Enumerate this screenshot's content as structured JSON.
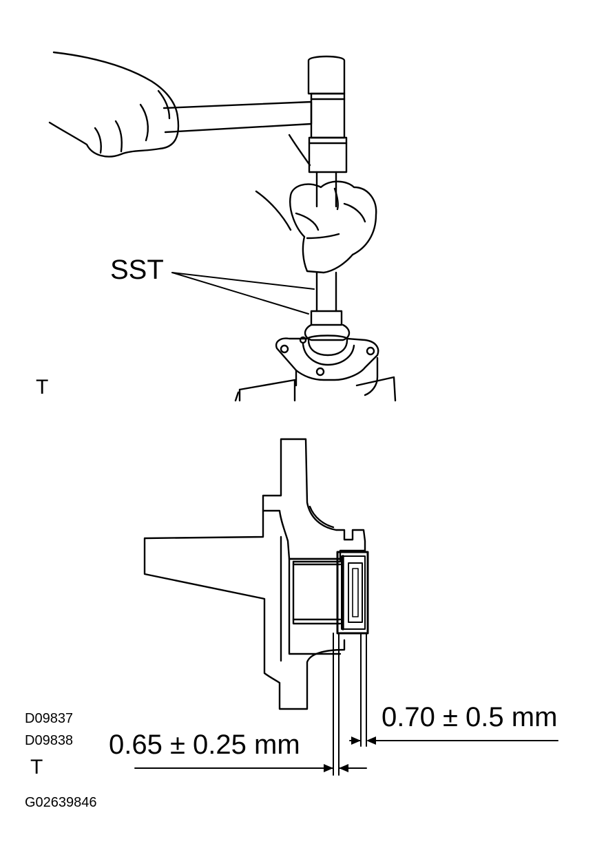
{
  "figure_top": {
    "callout": "SST",
    "marker": "T"
  },
  "figure_bottom": {
    "dim_inner": "0.65 ± 0.25 mm",
    "dim_outer": "0.70 ± 0.5 mm",
    "codes": [
      "D09837",
      "D09838"
    ],
    "marker": "T",
    "ref_code": "G02639846"
  },
  "colors": {
    "ink": "#000000",
    "paper": "#ffffff"
  }
}
